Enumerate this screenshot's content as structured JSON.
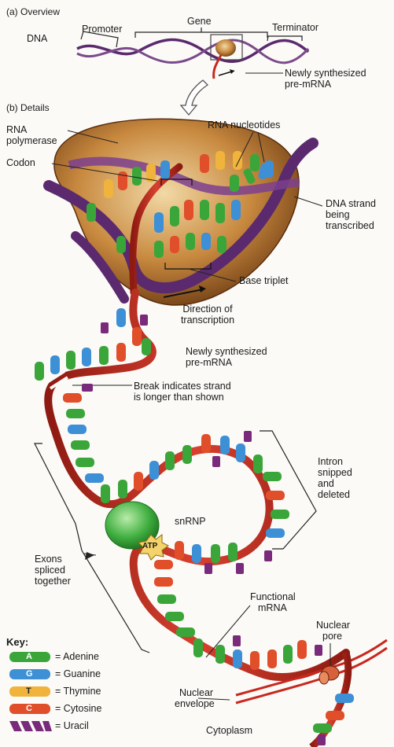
{
  "overview": {
    "section_label": "(a)  Overview",
    "dna_label": "DNA",
    "promoter_label": "Promoter",
    "gene_label": "Gene",
    "terminator_label": "Terminator",
    "pre_mrna_label_1": "Newly synthesized",
    "pre_mrna_label_2": "pre-mRNA"
  },
  "details": {
    "section_label": "(b)  Details",
    "rna_polymerase_1": "RNA",
    "rna_polymerase_2": "polymerase",
    "rna_nucleotides": "RNA nucleotides",
    "codon": "Codon",
    "dna_strand_1": "DNA strand",
    "dna_strand_2": "being",
    "dna_strand_3": "transcribed",
    "base_triplet": "Base triplet",
    "direction_1": "Direction of",
    "direction_2": "transcription",
    "pre_mrna_1": "Newly synthesized",
    "pre_mrna_2": "pre-mRNA",
    "break_1": "Break indicates strand",
    "break_2": "is longer than shown",
    "intron_1": "Intron",
    "intron_2": "snipped",
    "intron_3": "and",
    "intron_4": "deleted",
    "snrnp": "snRNP",
    "atp": "ATP",
    "exons_1": "Exons",
    "exons_2": "spliced",
    "exons_3": "together",
    "functional_1": "Functional",
    "functional_2": "mRNA",
    "nuclear_pore_1": "Nuclear",
    "nuclear_pore_2": "pore",
    "nuclear_env_1": "Nuclear",
    "nuclear_env_2": "envelope",
    "cytoplasm": "Cytoplasm"
  },
  "key": {
    "title": "Key:",
    "items": [
      {
        "letter": "A",
        "name": "= Adenine",
        "color": "#3aa63a"
      },
      {
        "letter": "G",
        "name": "= Guanine",
        "color": "#3d8fd6"
      },
      {
        "letter": "T",
        "name": "= Thymine",
        "color": "#f0b43c"
      },
      {
        "letter": "C",
        "name": "= Cytosine",
        "color": "#e04e2a"
      },
      {
        "letter": "",
        "name": "= Uracil",
        "color": "#7a2a7a"
      }
    ]
  },
  "colors": {
    "adenine": "#3aa63a",
    "guanine": "#3d8fd6",
    "thymine": "#f0b43c",
    "cytosine": "#e04e2a",
    "uracil": "#7a2a7a",
    "rna_strand": "#c8281e",
    "dna_strand": "#5b2a6e",
    "polymerase": "#b87a35",
    "snrnp": "#3fae3f"
  }
}
